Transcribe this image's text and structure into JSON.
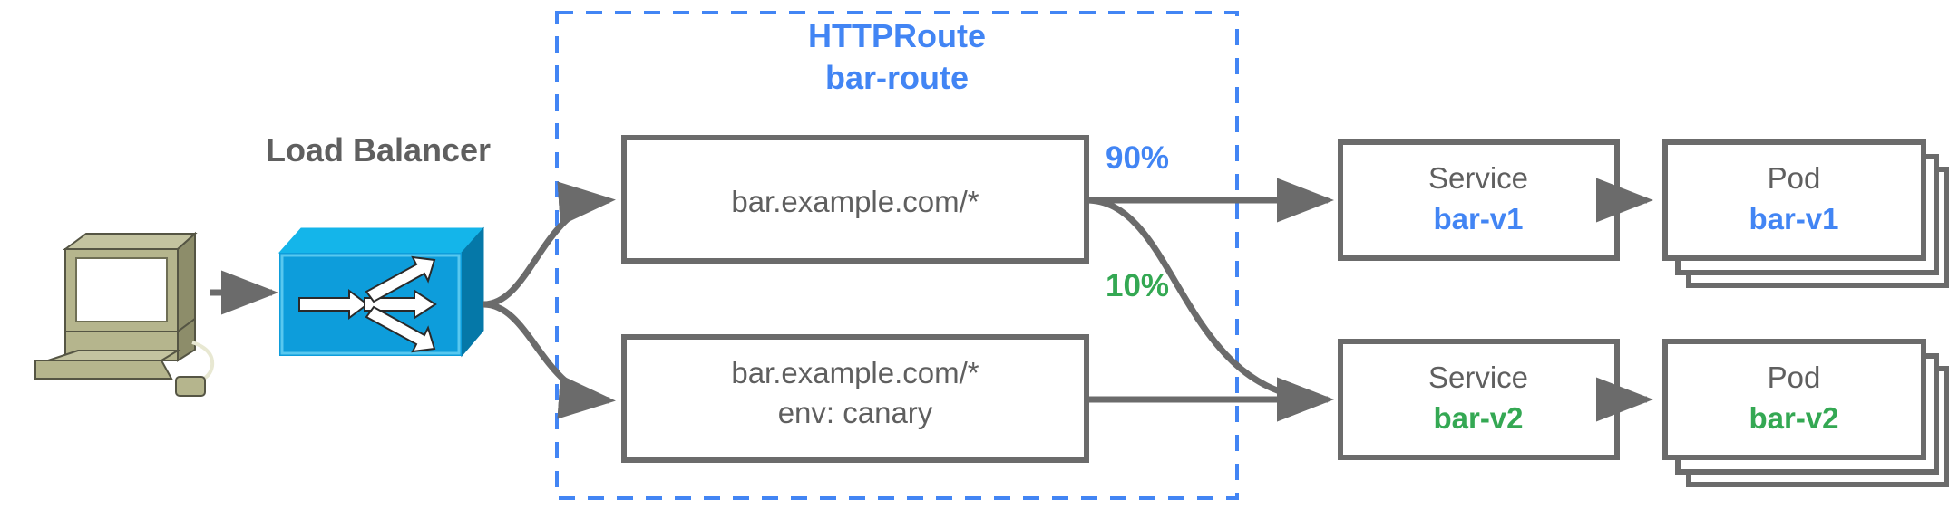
{
  "diagram": {
    "title_absent": true,
    "colors": {
      "blue": "#4285f4",
      "green": "#34a853",
      "gray_text": "#5f5f5f",
      "box_stroke": "#6b6b6b",
      "lb_blue": "#0d9ddb",
      "computer_beige": "#b5b58d"
    }
  },
  "client": {
    "icon": "desktop-computer-icon"
  },
  "load_balancer": {
    "label": "Load Balancer",
    "icon": "network-switch-icon"
  },
  "httproute": {
    "kind_label": "HTTPRoute",
    "name_label": "bar-route",
    "rules": [
      {
        "id": "rule-primary",
        "lines": [
          "bar.example.com/*"
        ]
      },
      {
        "id": "rule-canary",
        "lines": [
          "bar.example.com/*",
          "env: canary"
        ]
      }
    ]
  },
  "weights": [
    {
      "id": "weight-90",
      "label": "90%",
      "color": "#4285f4"
    },
    {
      "id": "weight-10",
      "label": "10%",
      "color": "#34a853"
    }
  ],
  "services": [
    {
      "id": "service-bar-v1",
      "kind": "Service",
      "name": "bar-v1",
      "color": "#4285f4"
    },
    {
      "id": "service-bar-v2",
      "kind": "Service",
      "name": "bar-v2",
      "color": "#34a853"
    }
  ],
  "pods": [
    {
      "id": "pod-bar-v1",
      "kind": "Pod",
      "name": "bar-v1",
      "color": "#4285f4",
      "replicas": 3
    },
    {
      "id": "pod-bar-v2",
      "kind": "Pod",
      "name": "bar-v2",
      "color": "#34a853",
      "replicas": 3
    }
  ]
}
